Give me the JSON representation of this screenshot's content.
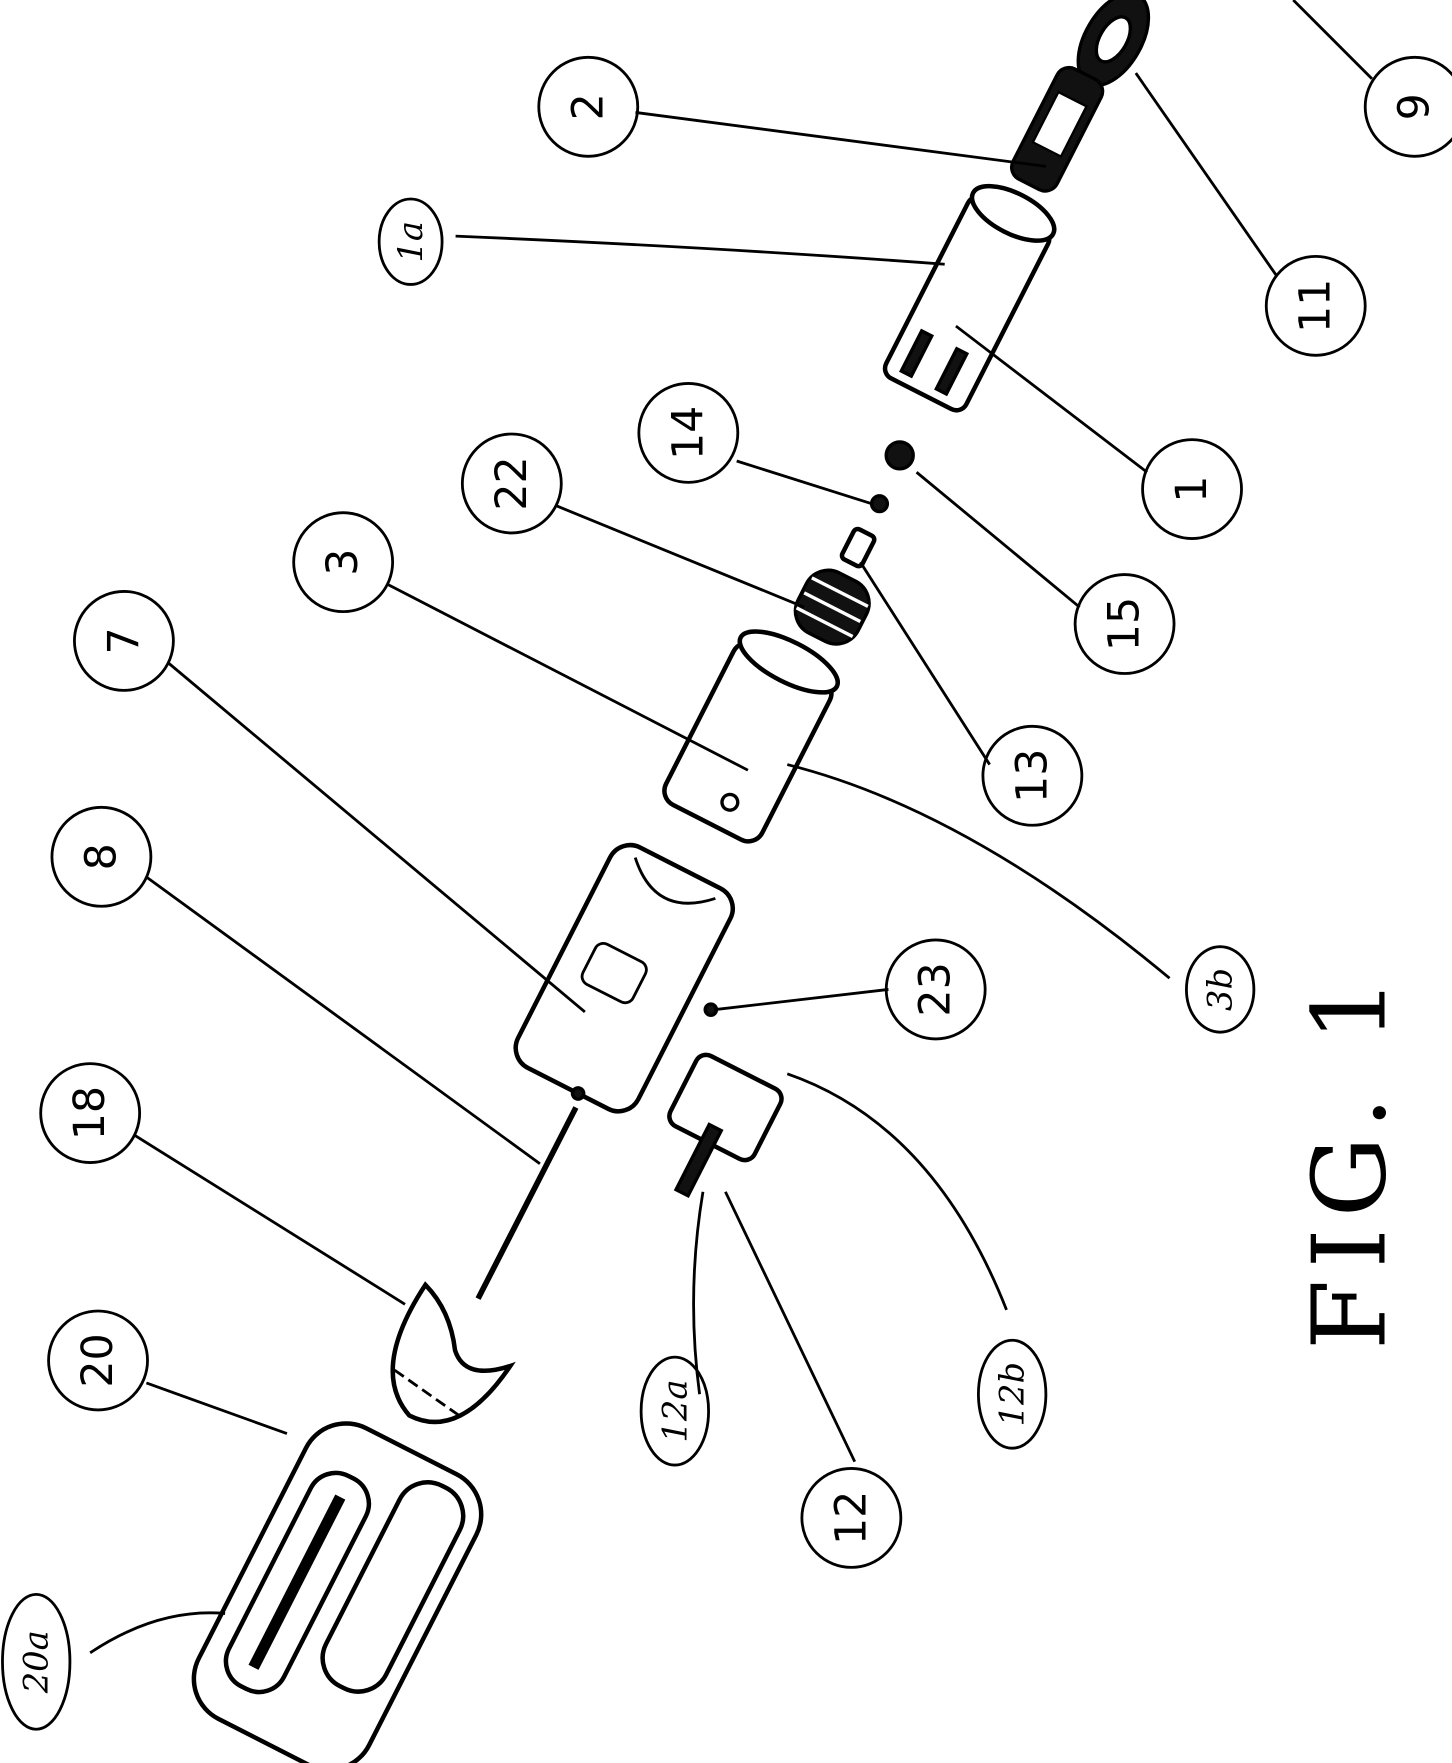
{
  "figure": {
    "caption": "FIG. 1",
    "labels": {
      "l2": "2",
      "l1a": "1a",
      "l9": "9",
      "l11": "11",
      "l14": "14",
      "l22": "22",
      "l3": "3",
      "l7": "7",
      "l1": "1",
      "l15": "15",
      "l13": "13",
      "l8": "8",
      "l3b": "3b",
      "l23": "23",
      "l18": "18",
      "l20": "20",
      "l12a": "12a",
      "l12b": "12b",
      "l12": "12",
      "l20a": "20a"
    }
  }
}
